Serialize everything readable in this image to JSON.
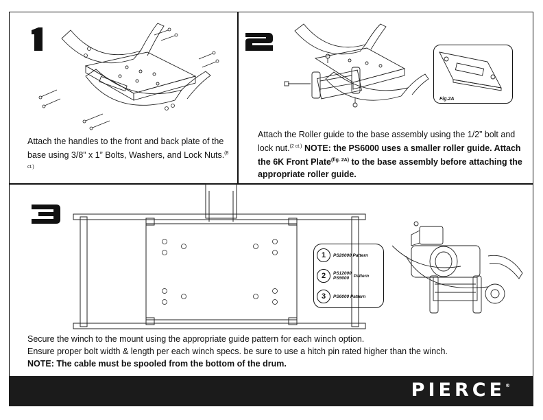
{
  "steps": [
    {
      "number": "1",
      "text": "Attach the handles to the front and back plate of the base using 3/8” x 1” Bolts, Washers, and Lock Nuts.",
      "count": "(8 ct.)"
    },
    {
      "number": "2",
      "text": "Attach the Roller guide to the base assembly using the 1/2” bolt and lock nut.",
      "count": "(2 ct.)",
      "note1": "NOTE: the PS6000 uses a smaller roller guide. Attach the 6K Front Plate",
      "fig_ref": "(fig. 2A)",
      "note2": "to the base assembly before attaching the appropriate roller guide.",
      "figure_label": "Fig.2A"
    },
    {
      "number": "3",
      "line1": "Secure the winch to the mount using the appropriate guide pattern for each winch option.",
      "line2": "Ensure proper bolt width & length per each winch specs. be sure to use a hitch pin rated higher than the winch.",
      "note": "NOTE: The cable must be spooled from the bottom of the drum.",
      "legend": [
        {
          "num": "1",
          "label": "PS20000 Pattern"
        },
        {
          "num": "2",
          "label": "PS12000 PS9000 Pattern",
          "label_a": "PS12000",
          "label_b": "PS9000",
          "label_c": "Pattern"
        },
        {
          "num": "3",
          "label": "PS6000 Pattern"
        }
      ]
    }
  ],
  "brand": "PIERCE",
  "brand_mark": "®"
}
